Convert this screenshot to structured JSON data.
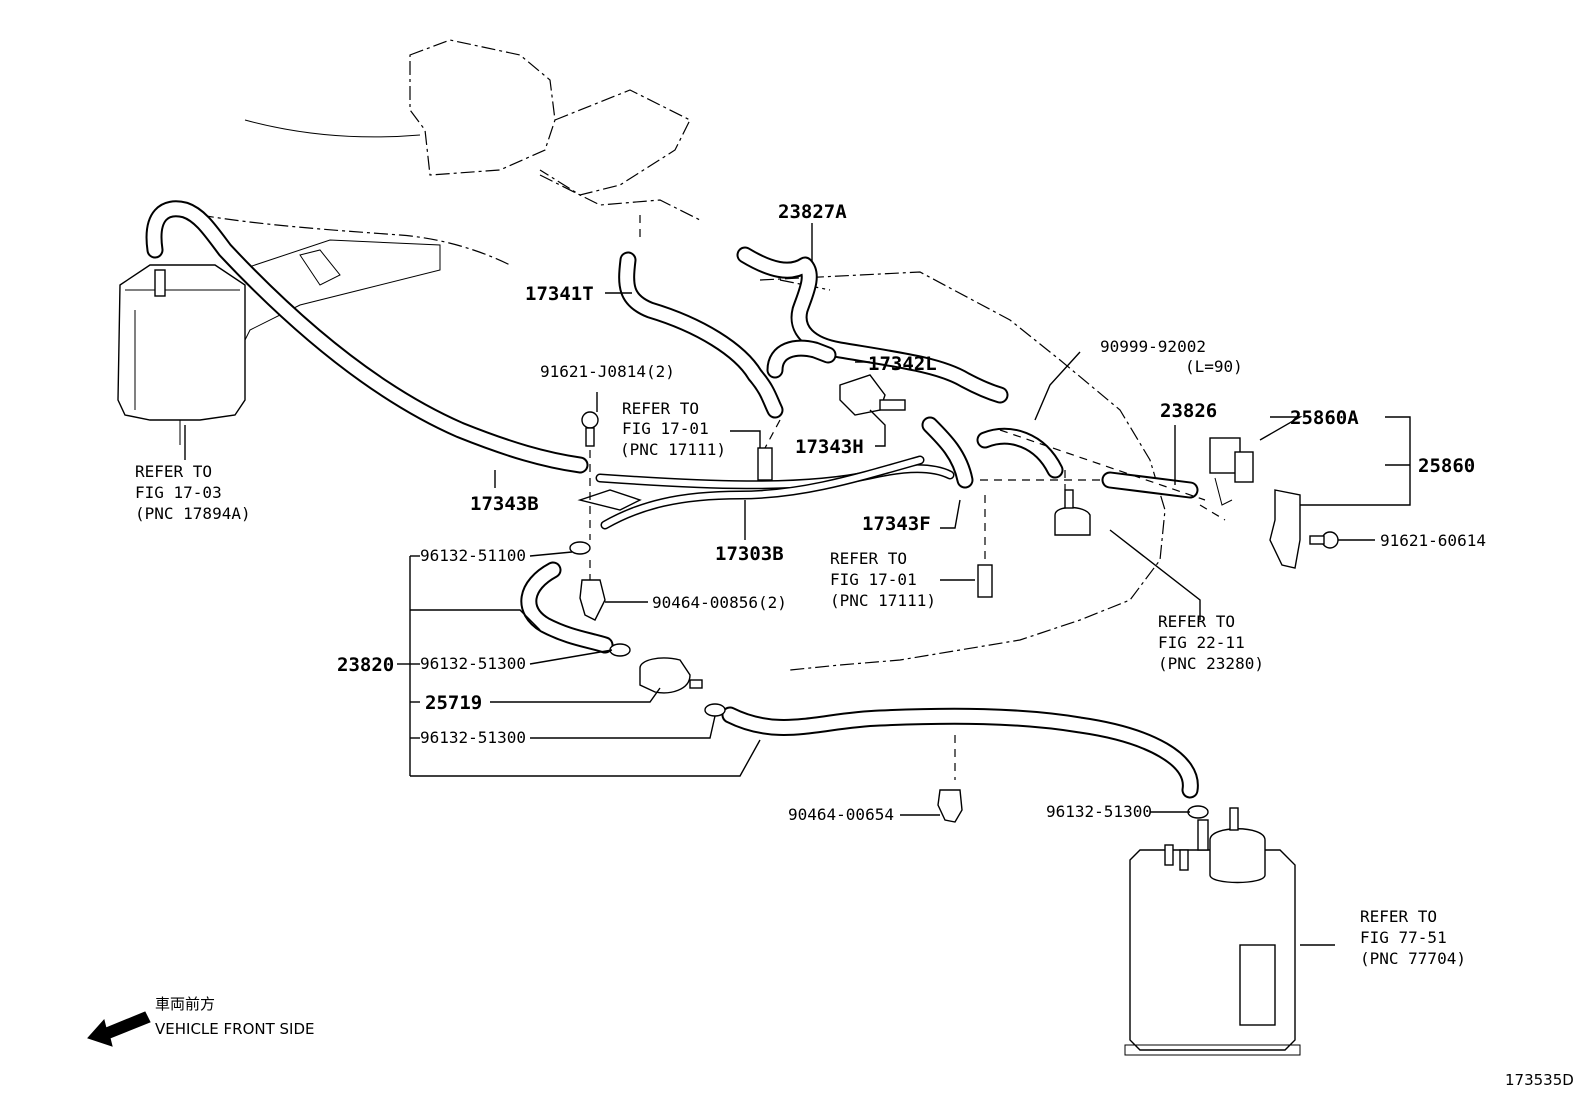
{
  "labels": {
    "p23827A": "23827A",
    "p17341T": "17341T",
    "p17342L": "17342L",
    "p91621J0814": "91621-J0814(2)",
    "ref_17111_a_1": "REFER TO",
    "ref_17111_a_2": "FIG 17-01",
    "ref_17111_a_3": "(PNC 17111)",
    "p17343H": "17343H",
    "p90999": "90999-92002",
    "p90999_len": "(L=90)",
    "p23826": "23826",
    "p25860A": "25860A",
    "p25860": "25860",
    "p91621_60614": "91621-60614",
    "ref_17894A_1": "REFER TO",
    "ref_17894A_2": "FIG 17-03",
    "ref_17894A_3": "(PNC 17894A)",
    "p17343B": "17343B",
    "p17303B": "17303B",
    "p17343F": "17343F",
    "p96132_51100": "96132-51100",
    "ref_17111_b_1": "REFER TO",
    "ref_17111_b_2": "FIG 17-01",
    "ref_17111_b_3": "(PNC 17111)",
    "p90464_00856": "90464-00856(2)",
    "ref_23280_1": "REFER TO",
    "ref_23280_2": "FIG 22-11",
    "ref_23280_3": "(PNC 23280)",
    "p23820": "23820",
    "p96132_51300_a": "96132-51300",
    "p25719": "25719",
    "p96132_51300_b": "96132-51300",
    "p90464_00654": "90464-00654",
    "p96132_51300_c": "96132-51300",
    "ref_77704_1": "REFER TO",
    "ref_77704_2": "FIG 77-51",
    "ref_77704_3": "(PNC 77704)",
    "front_jp": "車両前方",
    "front_en": "VEHICLE FRONT SIDE",
    "fig_id": "173535D"
  },
  "icons": {
    "front_arrow": "arrow-left-down-icon"
  }
}
